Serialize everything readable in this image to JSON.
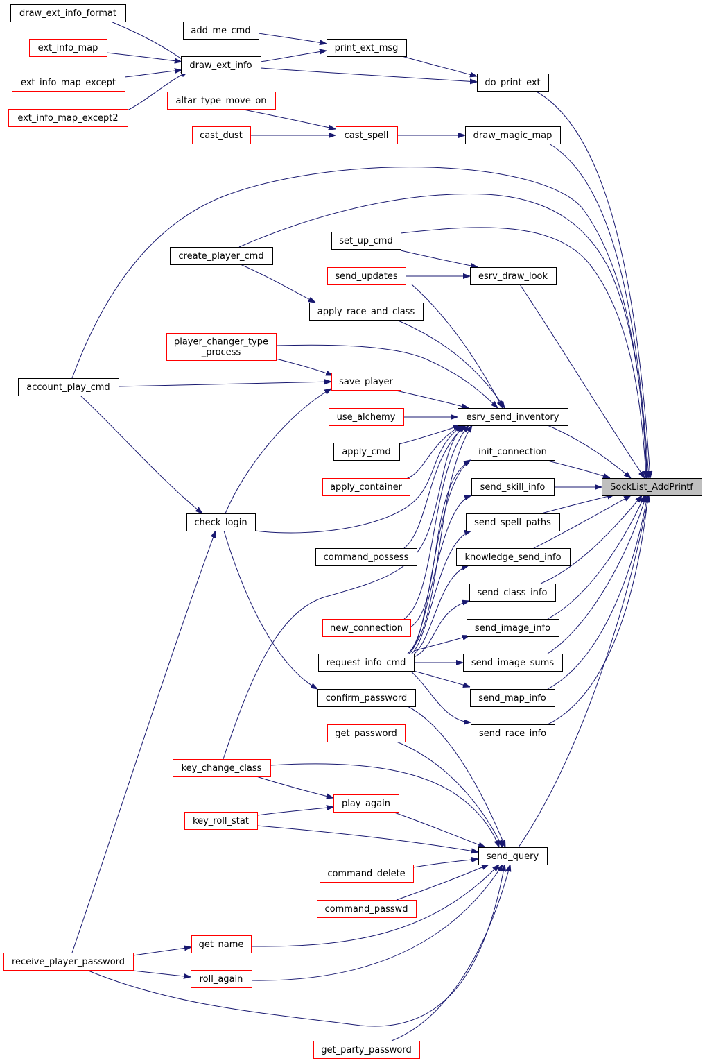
{
  "graph": {
    "title": "",
    "colors": {
      "edge": "#191970",
      "border_normal": "#000000",
      "border_link": "#ff0000",
      "focus_fill": "#bfbfbf",
      "fill": "#ffffff"
    },
    "nodes": [
      {
        "id": "n_draw_ext_info_format",
        "label": "draw_ext_info_format",
        "style": "normal"
      },
      {
        "id": "n_ext_info_map",
        "label": "ext_info_map",
        "style": "red"
      },
      {
        "id": "n_ext_info_map_except",
        "label": "ext_info_map_except",
        "style": "red"
      },
      {
        "id": "n_ext_info_map_except2",
        "label": "ext_info_map_except2",
        "style": "red"
      },
      {
        "id": "n_add_me_cmd",
        "label": "add_me_cmd",
        "style": "normal"
      },
      {
        "id": "n_draw_ext_info",
        "label": "draw_ext_info",
        "style": "normal"
      },
      {
        "id": "n_print_ext_msg",
        "label": "print_ext_msg",
        "style": "normal"
      },
      {
        "id": "n_do_print_ext",
        "label": "do_print_ext",
        "style": "normal"
      },
      {
        "id": "n_altar_type_move_on",
        "label": "altar_type_move_on",
        "style": "red"
      },
      {
        "id": "n_cast_dust",
        "label": "cast_dust",
        "style": "red"
      },
      {
        "id": "n_cast_spell",
        "label": "cast_spell",
        "style": "red"
      },
      {
        "id": "n_draw_magic_map",
        "label": "draw_magic_map",
        "style": "normal"
      },
      {
        "id": "n_set_up_cmd",
        "label": "set_up_cmd",
        "style": "normal"
      },
      {
        "id": "n_create_player_cmd",
        "label": "create_player_cmd",
        "style": "normal"
      },
      {
        "id": "n_send_updates",
        "label": "send_updates",
        "style": "red"
      },
      {
        "id": "n_esrv_draw_look",
        "label": "esrv_draw_look",
        "style": "normal"
      },
      {
        "id": "n_apply_race_and_class",
        "label": "apply_race_and_class",
        "style": "normal"
      },
      {
        "id": "n_player_changer_type_process",
        "label": "player_changer_type",
        "label2": "_process",
        "style": "red"
      },
      {
        "id": "n_save_player",
        "label": "save_player",
        "style": "red"
      },
      {
        "id": "n_account_play_cmd",
        "label": "account_play_cmd",
        "style": "normal"
      },
      {
        "id": "n_use_alchemy",
        "label": "use_alchemy",
        "style": "red"
      },
      {
        "id": "n_esrv_send_inventory",
        "label": "esrv_send_inventory",
        "style": "normal"
      },
      {
        "id": "n_apply_cmd",
        "label": "apply_cmd",
        "style": "normal"
      },
      {
        "id": "n_init_connection",
        "label": "init_connection",
        "style": "normal"
      },
      {
        "id": "n_apply_container",
        "label": "apply_container",
        "style": "red"
      },
      {
        "id": "n_send_skill_info",
        "label": "send_skill_info",
        "style": "normal"
      },
      {
        "id": "n_SockList_AddPrintf",
        "label": "SockList_AddPrintf",
        "style": "focus"
      },
      {
        "id": "n_check_login",
        "label": "check_login",
        "style": "normal"
      },
      {
        "id": "n_send_spell_paths",
        "label": "send_spell_paths",
        "style": "normal"
      },
      {
        "id": "n_command_possess",
        "label": "command_possess",
        "style": "normal"
      },
      {
        "id": "n_knowledge_send_info",
        "label": "knowledge_send_info",
        "style": "normal"
      },
      {
        "id": "n_send_class_info",
        "label": "send_class_info",
        "style": "normal"
      },
      {
        "id": "n_new_connection",
        "label": "new_connection",
        "style": "red"
      },
      {
        "id": "n_send_image_info",
        "label": "send_image_info",
        "style": "normal"
      },
      {
        "id": "n_request_info_cmd",
        "label": "request_info_cmd",
        "style": "normal"
      },
      {
        "id": "n_send_image_sums",
        "label": "send_image_sums",
        "style": "normal"
      },
      {
        "id": "n_send_map_info",
        "label": "send_map_info",
        "style": "normal"
      },
      {
        "id": "n_confirm_password",
        "label": "confirm_password",
        "style": "normal"
      },
      {
        "id": "n_send_race_info",
        "label": "send_race_info",
        "style": "normal"
      },
      {
        "id": "n_get_password",
        "label": "get_password",
        "style": "red"
      },
      {
        "id": "n_key_change_class",
        "label": "key_change_class",
        "style": "red"
      },
      {
        "id": "n_play_again",
        "label": "play_again",
        "style": "red"
      },
      {
        "id": "n_key_roll_stat",
        "label": "key_roll_stat",
        "style": "red"
      },
      {
        "id": "n_send_query",
        "label": "send_query",
        "style": "normal"
      },
      {
        "id": "n_command_delete",
        "label": "command_delete",
        "style": "red"
      },
      {
        "id": "n_command_passwd",
        "label": "command_passwd",
        "style": "red"
      },
      {
        "id": "n_get_name",
        "label": "get_name",
        "style": "red"
      },
      {
        "id": "n_receive_player_password",
        "label": "receive_player_password",
        "style": "red"
      },
      {
        "id": "n_roll_again",
        "label": "roll_again",
        "style": "red"
      },
      {
        "id": "n_get_party_password",
        "label": "get_party_password",
        "style": "red"
      }
    ]
  }
}
